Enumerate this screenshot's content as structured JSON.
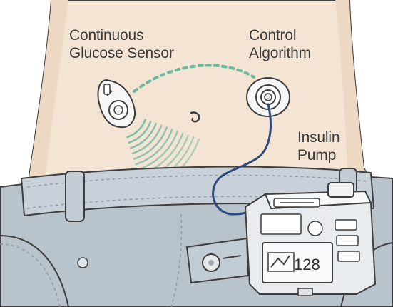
{
  "labels": {
    "sensor": [
      "Continuous",
      "Glucose Sensor"
    ],
    "algorithm": [
      "Control",
      "Algorithm"
    ],
    "pump": [
      "Insulin",
      "Pump"
    ]
  },
  "pump_screen": {
    "reading": "128"
  },
  "colors": {
    "skin": "#f4e4d3",
    "skin_shadow": "#e9d2bc",
    "outline": "#3e3e3e",
    "denim": "#b9c3cc",
    "denim_dark": "#9ea9b3",
    "signal": "#6fb8a0",
    "tube": "#2e4a7a",
    "device": "#f2f2f2"
  }
}
